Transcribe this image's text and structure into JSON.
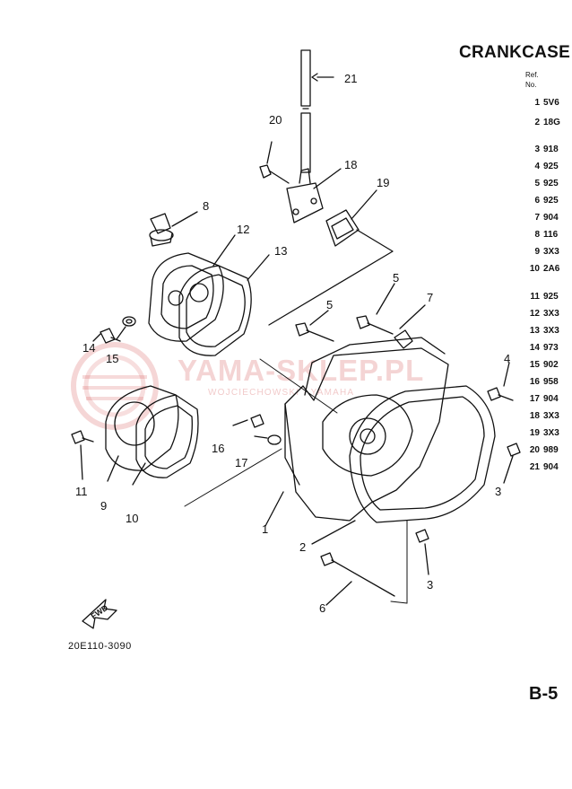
{
  "title": "CRANKCASE",
  "ref_header": {
    "line1": "Ref.",
    "line2": "No."
  },
  "ref_rows": [
    {
      "no": "1",
      "code": "5V6"
    },
    {
      "no": "2",
      "code": "18G"
    },
    {
      "no": "3",
      "code": "918"
    },
    {
      "no": "4",
      "code": "925"
    },
    {
      "no": "5",
      "code": "925"
    },
    {
      "no": "6",
      "code": "925"
    },
    {
      "no": "7",
      "code": "904"
    },
    {
      "no": "8",
      "code": "116"
    },
    {
      "no": "9",
      "code": "3X3"
    },
    {
      "no": "10",
      "code": "2A6"
    },
    {
      "no": "11",
      "code": "925"
    },
    {
      "no": "12",
      "code": "3X3"
    },
    {
      "no": "13",
      "code": "3X3"
    },
    {
      "no": "14",
      "code": "973"
    },
    {
      "no": "15",
      "code": "902"
    },
    {
      "no": "16",
      "code": "958"
    },
    {
      "no": "17",
      "code": "904"
    },
    {
      "no": "18",
      "code": "3X3"
    },
    {
      "no": "19",
      "code": "3X3"
    },
    {
      "no": "20",
      "code": "989"
    },
    {
      "no": "21",
      "code": "904"
    }
  ],
  "callouts": {
    "c1": "1",
    "c2": "2",
    "c3a": "3",
    "c3b": "3",
    "c4": "4",
    "c5a": "5",
    "c5b": "5",
    "c6": "6",
    "c7": "7",
    "c8": "8",
    "c9": "9",
    "c10": "10",
    "c11": "11",
    "c12": "12",
    "c13": "13",
    "c14": "14",
    "c15": "15",
    "c16": "16",
    "c17": "17",
    "c18": "18",
    "c19": "19",
    "c20": "20",
    "c21": "21"
  },
  "fwd_label": "FWD",
  "diagram_code": "20E110-3090",
  "page_number": "B-5",
  "watermark": {
    "text": "YAMA-SKLEP.PL",
    "sub": "WOJCIECHOWSKI · YAMAHA"
  }
}
